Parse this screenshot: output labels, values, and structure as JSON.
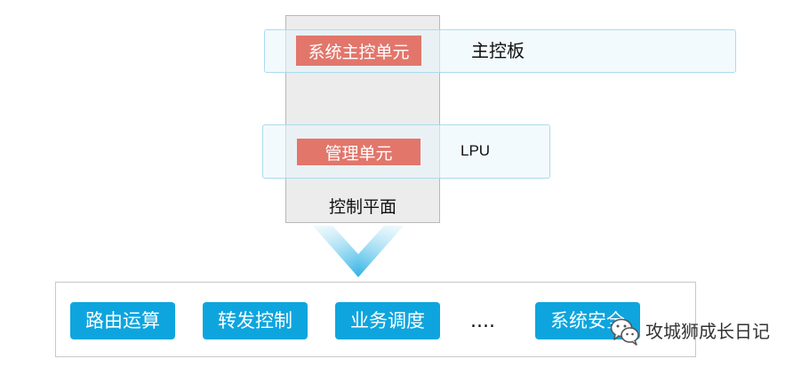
{
  "control_plane": {
    "label": "控制平面"
  },
  "main_board": {
    "label": "主控板",
    "unit": "系统主控单元"
  },
  "lpu": {
    "label": "LPU",
    "unit": "管理单元"
  },
  "functions": [
    "路由运算",
    "转发控制",
    "业务调度",
    "系统安全"
  ],
  "ellipsis": "....",
  "watermark": {
    "text": "攻城狮成长日记",
    "icon": "wechat-icon"
  },
  "colors": {
    "unit_red": "#e2766b",
    "function_blue": "#0ea5de",
    "control_plane_gray": "#ececec",
    "band_border": "#a9dcee"
  }
}
